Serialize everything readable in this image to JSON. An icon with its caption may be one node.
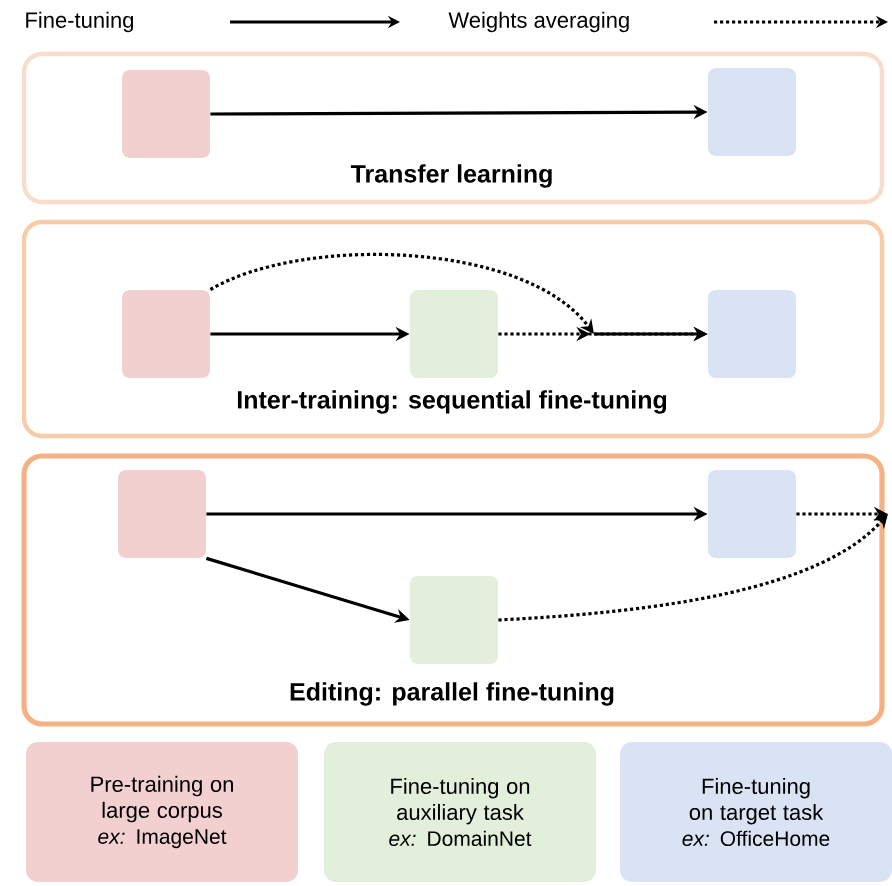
{
  "diagram": {
    "nodes": [
      {
        "text": [
          "Transfer learning"
        ]
      },
      {
        "text": [],
        "shape": "box",
        "in": 0
      },
      {
        "text": [],
        "shape": "box",
        "in": 0
      },
      {
        "text": [
          "Inter-training: sequential fine-tuning"
        ]
      },
      {
        "text": [],
        "shape": "box",
        "in": 3
      },
      {
        "text": [],
        "shape": "box",
        "in": 3
      },
      {
        "text": [],
        "shape": "box",
        "in": 3
      },
      {
        "text": [
          "Editing: parallel fine-tuning"
        ]
      },
      {
        "text": [],
        "shape": "box",
        "in": 7
      },
      {
        "text": [],
        "shape": "box",
        "in": 7
      },
      {
        "text": [],
        "shape": "box",
        "in": 7
      },
      {
        "text": [
          "Pre-training on large corpus",
          "*ex:* ImageNet"
        ]
      },
      {
        "text": [
          "Fine-tuning on auxiliary task",
          "*ex:* DomainNet"
        ]
      },
      {
        "text": [
          "Fine-tuning on target task",
          "*ex:* OfficeHome"
        ]
      }
    ],
    "edges": [
      {
        "from": 1,
        "to": 2,
        "arrow": "to"
      },
      {
        "from": 4,
        "to": 5,
        "arrow": "to"
      },
      {
        "from": 4,
        "to": 6,
        "arrow": "to",
        "style": "dashed"
      },
      {
        "from": 5,
        "to": 6,
        "arrow": "to",
        "style": "dashed"
      },
      {
        "from": 8,
        "to": 9,
        "arrow": "to"
      },
      {
        "from": 8,
        "to": 10,
        "arrow": "to"
      },
      {
        "from": 9,
        "to": null,
        "arrow": "to",
        "style": "dashed"
      },
      {
        "from": 10,
        "to": null,
        "arrow": "to",
        "style": "dashed"
      }
    ],
    "legend": [
      {
        "text": "Fine-tuning"
      },
      {
        "text": "Weights averaging"
      }
    ]
  }
}
